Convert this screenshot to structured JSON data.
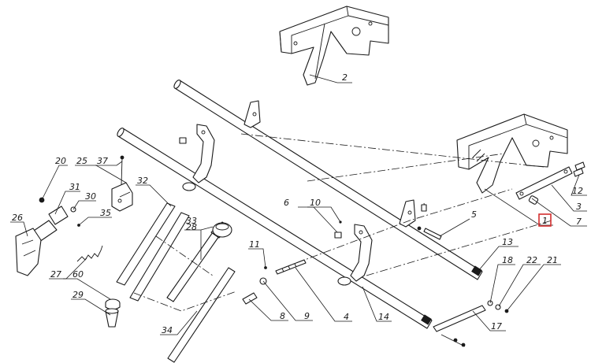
{
  "diagram": {
    "callouts": [
      {
        "label": "2"
      },
      {
        "label": "3"
      },
      {
        "label": "1"
      },
      {
        "label": "7"
      },
      {
        "label": "12"
      },
      {
        "label": "5"
      },
      {
        "label": "13"
      },
      {
        "label": "14"
      },
      {
        "label": "17"
      },
      {
        "label": "18"
      },
      {
        "label": "22"
      },
      {
        "label": "21"
      },
      {
        "label": "6"
      },
      {
        "label": "10"
      },
      {
        "label": "11"
      },
      {
        "label": "4"
      },
      {
        "label": "8"
      },
      {
        "label": "9"
      },
      {
        "label": "32"
      },
      {
        "label": "33"
      },
      {
        "label": "28"
      },
      {
        "label": "34"
      },
      {
        "label": "20"
      },
      {
        "label": "25"
      },
      {
        "label": "37"
      },
      {
        "label": "31"
      },
      {
        "label": "30"
      },
      {
        "label": "35"
      },
      {
        "label": "26"
      },
      {
        "label": "27"
      },
      {
        "label": "60"
      },
      {
        "label": "29"
      }
    ],
    "highlighted_callout": "1",
    "highlight_color": "#d32f2f"
  }
}
